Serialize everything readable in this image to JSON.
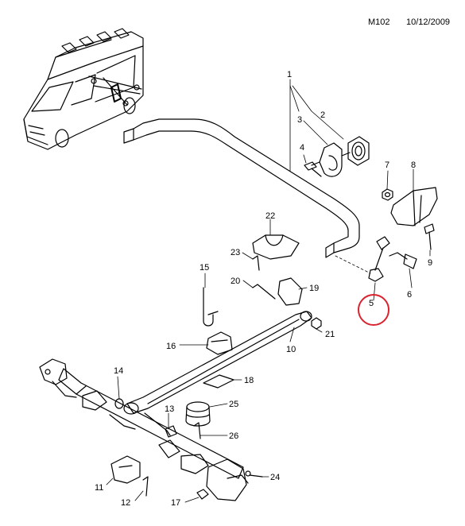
{
  "header": {
    "code": "M102",
    "date": "10/12/2009"
  },
  "labels": {
    "p1": "1",
    "p2": "2",
    "p3": "3",
    "p4": "4",
    "p5": "5",
    "p6": "6",
    "p7": "7",
    "p8": "8",
    "p9": "9",
    "p10": "10",
    "p11": "11",
    "p12": "12",
    "p13": "13",
    "p14": "14",
    "p15": "15",
    "p16": "16",
    "p17": "17",
    "p18": "18",
    "p19": "19",
    "p20": "20",
    "p21": "21",
    "p22": "22",
    "p23": "23",
    "p24": "24",
    "p25": "25",
    "p26": "26"
  },
  "colors": {
    "line": "#000000",
    "fill": "#ffffff",
    "highlight_circle": "#d9232e"
  }
}
